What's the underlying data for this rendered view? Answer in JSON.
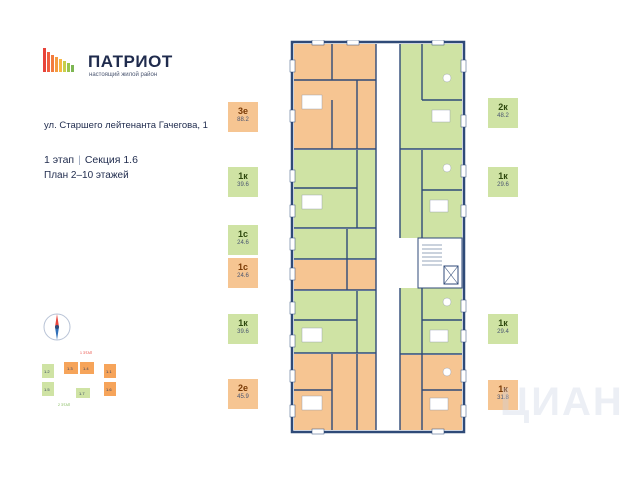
{
  "brand": {
    "name": "ПАТРИОТ",
    "slogan": "настоящий жилой район"
  },
  "address": "ул. Старшего лейтенанта Гачегова, 1",
  "stage": {
    "stage": "1 этап",
    "section": "Секция 1.6"
  },
  "floors_caption": "План 2–10 этажей",
  "apartments_left": [
    {
      "type": "3е",
      "area": "88.2",
      "color": "orange"
    },
    {
      "type": "1к",
      "area": "39.6",
      "color": "green"
    },
    {
      "type": "1с",
      "area": "24.6",
      "color": "green"
    },
    {
      "type": "1с",
      "area": "24.6",
      "color": "orange"
    },
    {
      "type": "1к",
      "area": "39.6",
      "color": "green"
    },
    {
      "type": "2е",
      "area": "45.9",
      "color": "orange"
    }
  ],
  "apartments_right": [
    {
      "type": "2к",
      "area": "48.2",
      "color": "green"
    },
    {
      "type": "1к",
      "area": "29.6",
      "color": "green"
    },
    {
      "type": "1к",
      "area": "29.4",
      "color": "green"
    },
    {
      "type": "1к",
      "area": "31.8",
      "color": "orange"
    }
  ],
  "key_plan": {
    "top_label": "1 ЭТАП",
    "bottom_label": "2 ЭТАП",
    "sections": [
      "1.2",
      "1.3",
      "1.4",
      "1.1",
      "1.5",
      "1.7",
      "1.6"
    ]
  },
  "colors": {
    "orange": "#f6c592",
    "green": "#cfe3a4",
    "wall": "#2f4a78",
    "brand": "#1f2b4d",
    "accent": "#e8433a"
  },
  "watermark": "ЦИАН"
}
